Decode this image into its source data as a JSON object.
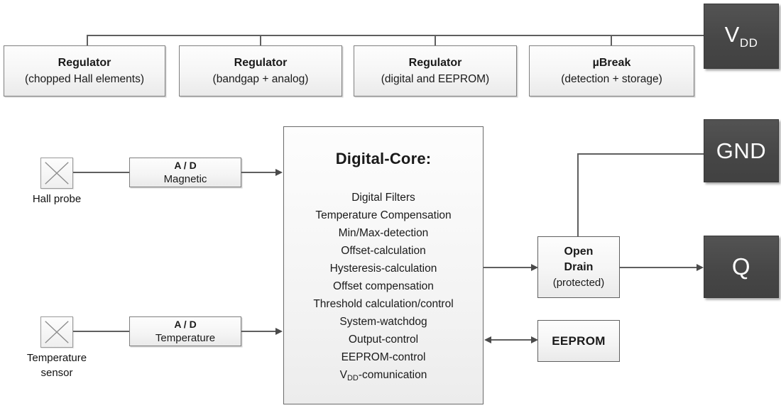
{
  "diagram": {
    "top_row": [
      {
        "title": "Regulator",
        "subtitle": "(chopped Hall elements)"
      },
      {
        "title": "Regulator",
        "subtitle": "(bandgap + analog)"
      },
      {
        "title": "Regulator",
        "subtitle": "(digital and EEPROM)"
      },
      {
        "title": "µBreak",
        "subtitle": "(detection + storage)"
      }
    ],
    "pins": {
      "vdd": {
        "pre": "V",
        "sub": "DD"
      },
      "gnd": "GND",
      "q": "Q"
    },
    "sensors": {
      "hall": {
        "label": "Hall probe"
      },
      "temperature": {
        "line1": "Temperature",
        "line2": "sensor"
      }
    },
    "adc": {
      "magnetic": {
        "title": "A / D",
        "subtitle": "Magnetic"
      },
      "temperature": {
        "title": "A / D",
        "subtitle": "Temperature"
      }
    },
    "core": {
      "title": "Digital-Core:",
      "items": [
        "Digital Filters",
        "Temperature Compensation",
        "Min/Max-detection",
        "Offset-calculation",
        "Hysteresis-calculation",
        "Offset compensation",
        "Threshold calculation/control",
        "System-watchdog",
        "Output-control",
        "EEPROM-control"
      ],
      "vdd_item": {
        "pre": "V",
        "sub": "DD",
        "post": "-comunication"
      }
    },
    "output": {
      "open_drain": {
        "line1": "Open",
        "line2": "Drain",
        "line3": "(protected)"
      },
      "eeprom": "EEPROM"
    }
  },
  "colors": {
    "line": "#5f5f5f",
    "arrow": "#4a4a4a",
    "light_box_border": "#7f7f7f",
    "dark_box": "#4a4a4a"
  }
}
